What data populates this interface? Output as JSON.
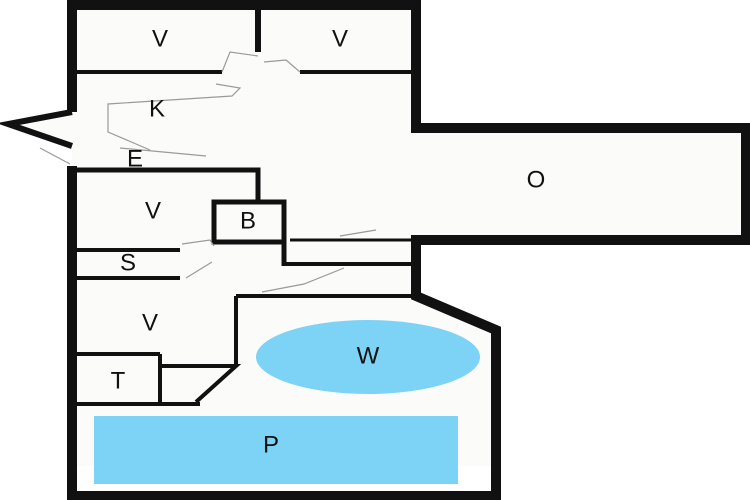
{
  "colors": {
    "wall": "#111111",
    "floor": "#fbfbf9",
    "water": "#7dd3f5",
    "door_line": "#9a9a9a"
  },
  "rooms": [
    {
      "id": "bedroom-1",
      "label": "V"
    },
    {
      "id": "bedroom-2",
      "label": "V"
    },
    {
      "id": "kitchen",
      "label": "K"
    },
    {
      "id": "entrance",
      "label": "E"
    },
    {
      "id": "bedroom-3",
      "label": "V"
    },
    {
      "id": "bathroom",
      "label": "B"
    },
    {
      "id": "sauna",
      "label": "S"
    },
    {
      "id": "bedroom-4",
      "label": "V"
    },
    {
      "id": "technical-room",
      "label": "T"
    },
    {
      "id": "living-room",
      "label": "O"
    },
    {
      "id": "whirlpool",
      "label": "W"
    },
    {
      "id": "pool",
      "label": "P"
    }
  ]
}
